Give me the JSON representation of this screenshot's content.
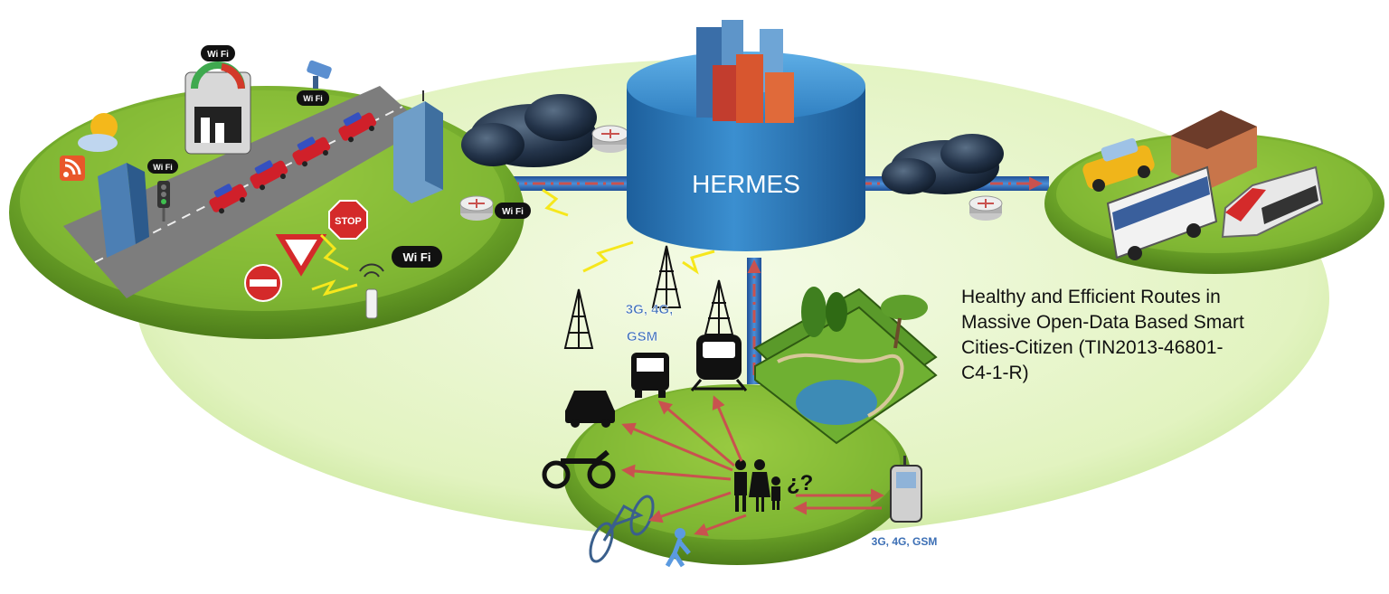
{
  "hub": {
    "label": "HERMES"
  },
  "project": {
    "lines": [
      "Healthy and Efficient Routes in",
      "Massive Open-Data Based Smart",
      "Cities-Citizen (TIN2013-46801-",
      "C4-1-R)"
    ]
  },
  "signs": {
    "stop": "STOP",
    "wifi": "Wi Fi"
  },
  "network": {
    "mobile_label": "3G, 4G, GSM",
    "mobile_label_lines": [
      "3G, 4G,",
      "GSM"
    ],
    "question_mark": "¿?"
  },
  "colors": {
    "ground_light": "#e6f7c4",
    "ground_green": "#7cb52a",
    "hub_blue": "#2f7fc1",
    "link_blue": "#1f5fae",
    "arrow_red": "#c9524f",
    "road": "#8a8a8a"
  }
}
